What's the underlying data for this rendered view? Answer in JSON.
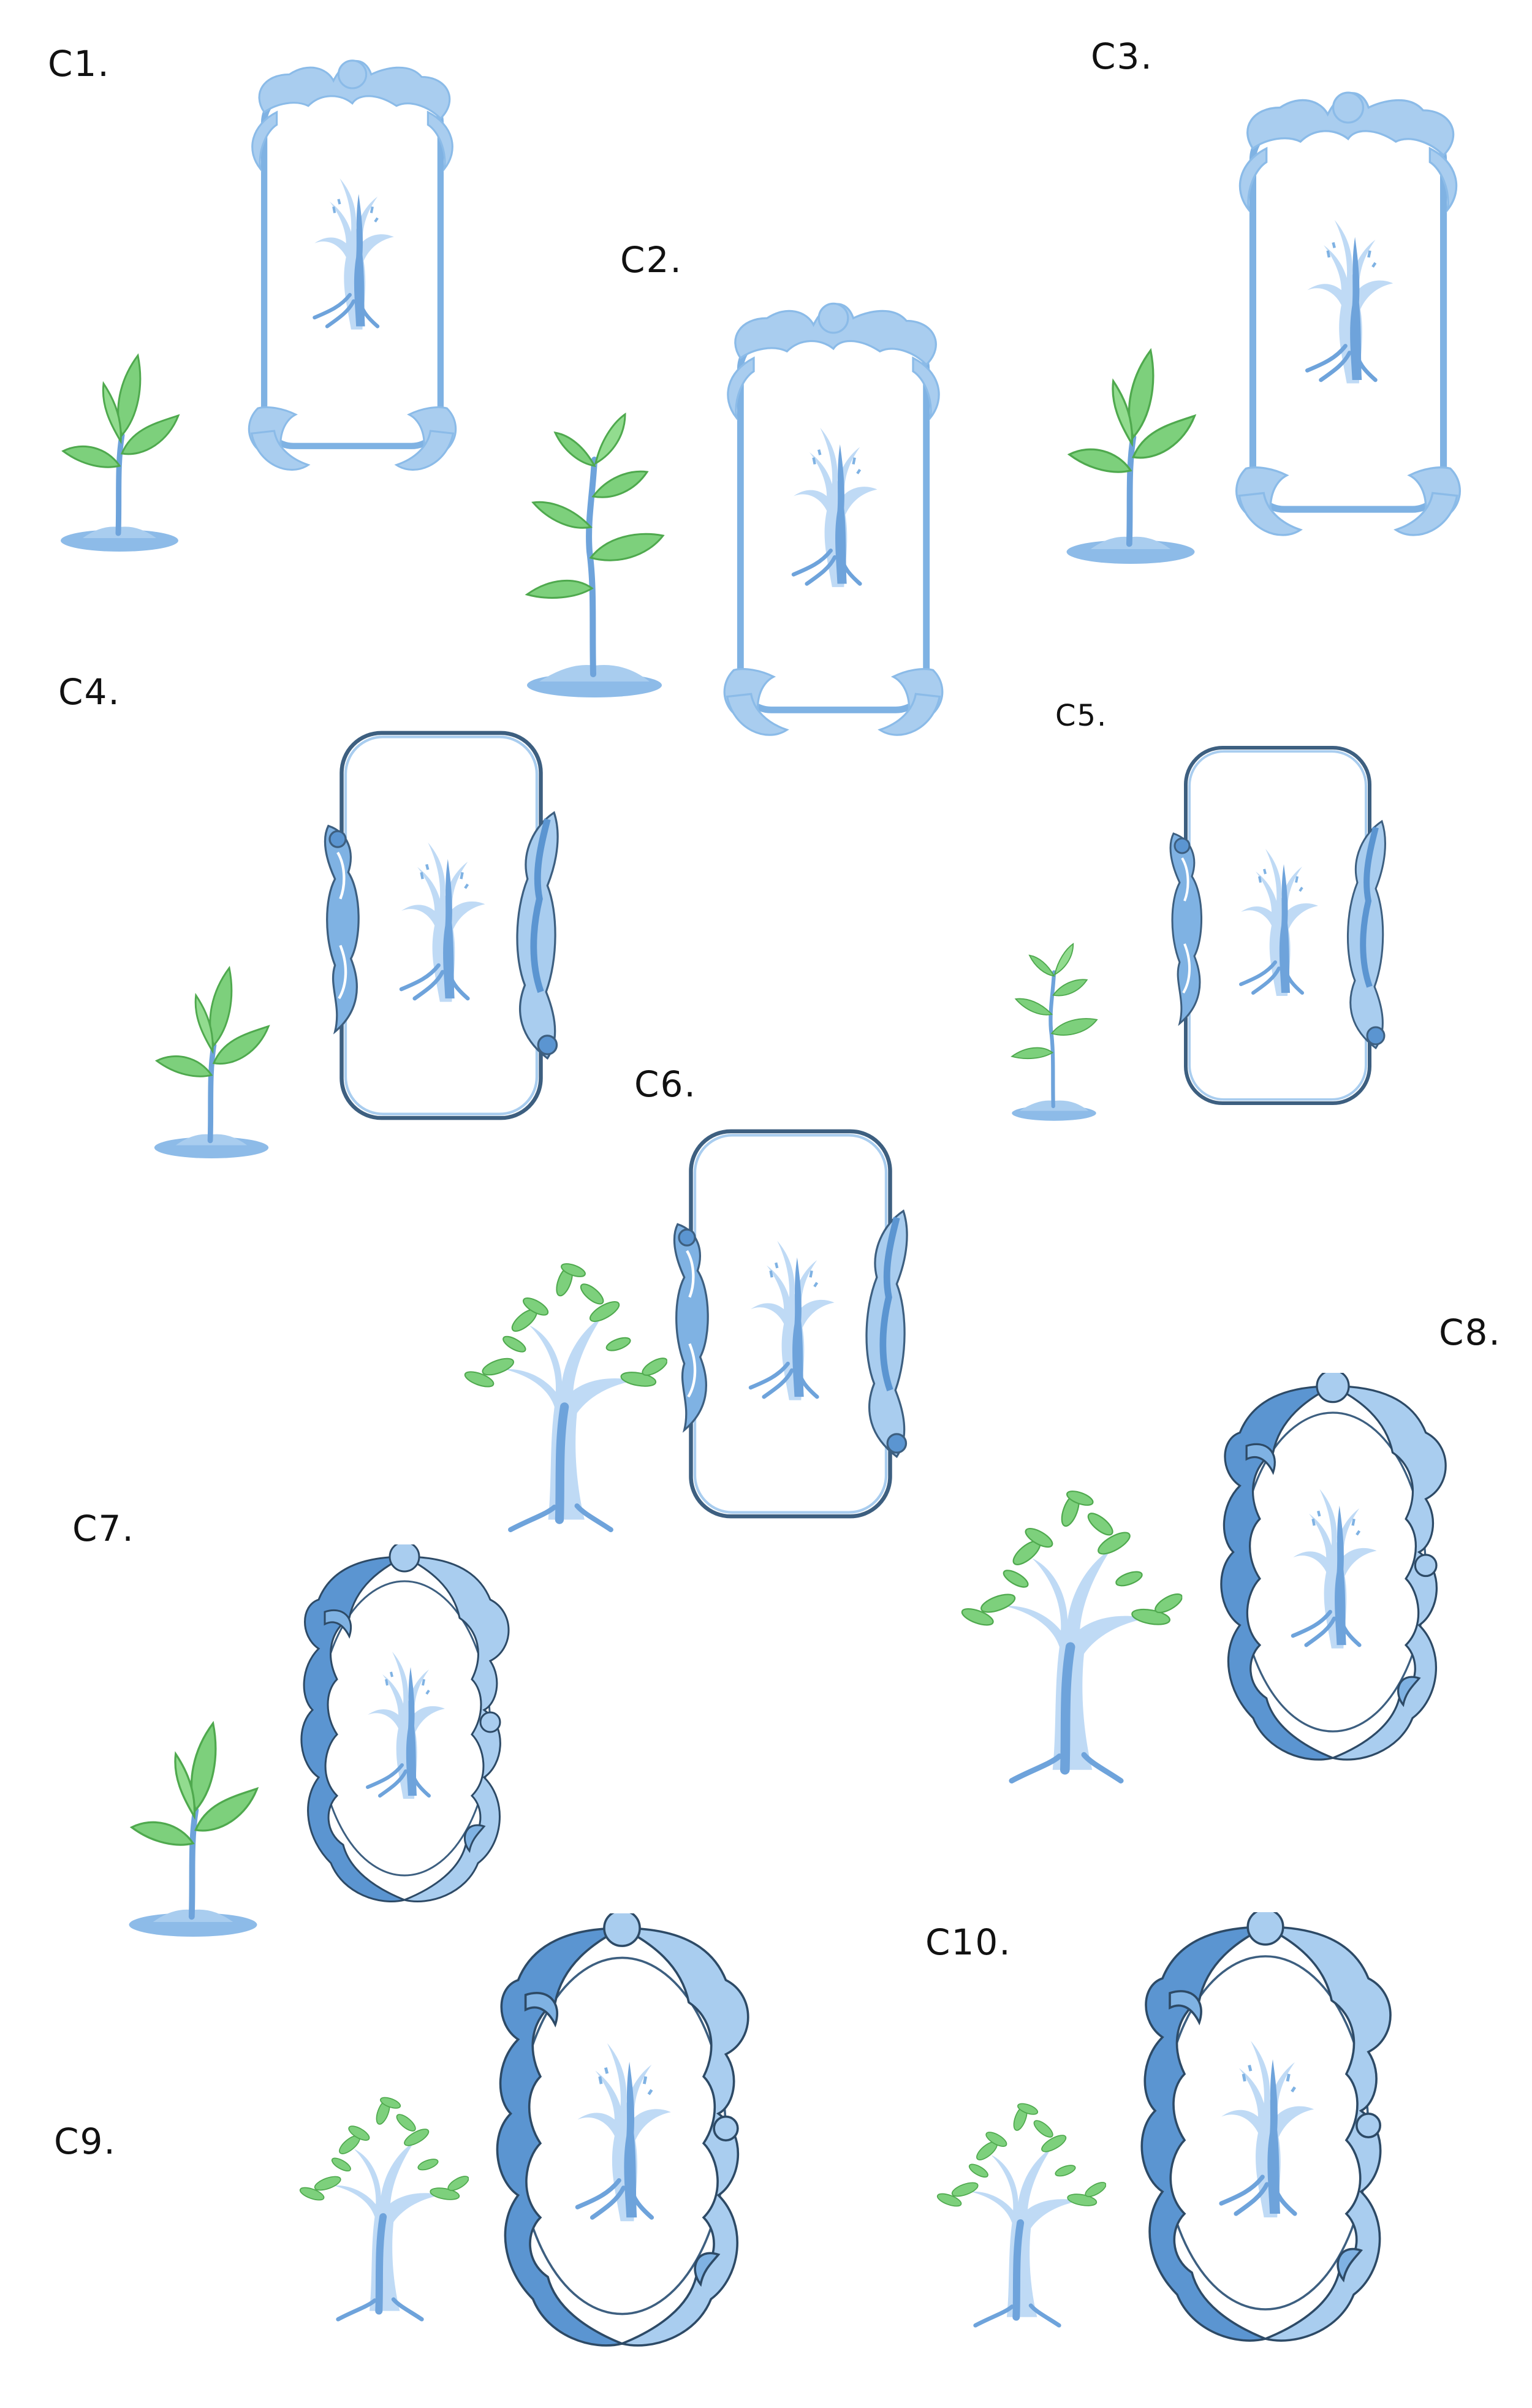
{
  "colors": {
    "frame_light": "#a9cdef",
    "frame_mid": "#7fb2e3",
    "frame_dark": "#5b95d1",
    "outline": "#3d5f80",
    "tree_light": "#bfdaf5",
    "tree_dark": "#6ea3db",
    "leaf": "#7dd07c",
    "leaf_dark": "#4fa94e",
    "ground": "#8dbbe8"
  },
  "concepts": [
    {
      "label": "C1.",
      "frame": "ornate-top-bottom",
      "plant": "sprout"
    },
    {
      "label": "C2.",
      "frame": "ornate-top-bottom",
      "plant": "sapling"
    },
    {
      "label": "C3.",
      "frame": "ornate-top-bottom",
      "plant": "sprout"
    },
    {
      "label": "C4.",
      "frame": "ornate-sides",
      "plant": "sprout"
    },
    {
      "label": "C5.",
      "frame": "ornate-sides",
      "plant": "sapling"
    },
    {
      "label": "C6.",
      "frame": "ornate-sides",
      "plant": "young-tree"
    },
    {
      "label": "C7.",
      "frame": "swirl-scroll",
      "plant": "sprout"
    },
    {
      "label": "C8.",
      "frame": "swirl-scroll",
      "plant": "young-tree"
    },
    {
      "label": "C9.",
      "frame": "swirl-scroll",
      "plant": "young-tree"
    },
    {
      "label": "C10.",
      "frame": "swirl-scroll",
      "plant": "young-tree"
    }
  ]
}
